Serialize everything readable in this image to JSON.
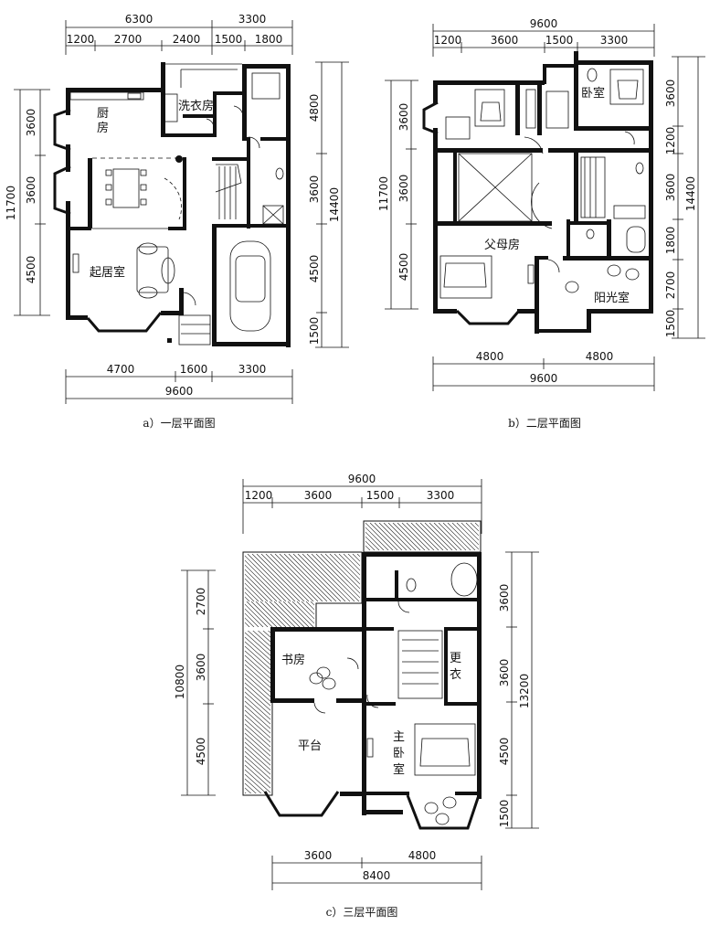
{
  "plans": {
    "floor1": {
      "caption": "a）一层平面图",
      "top_dims_row1": [
        "6300",
        "3300"
      ],
      "top_dims_row2": [
        "1200",
        "2700",
        "2400",
        "1500",
        "1800"
      ],
      "left_total": "11700",
      "left_dims": [
        "3600",
        "3600",
        "4500"
      ],
      "right_total": "14400",
      "right_dims": [
        "4800",
        "3600",
        "4500",
        "1500"
      ],
      "bottom_dims": [
        "4700",
        "1600",
        "3300"
      ],
      "bottom_total": "9600",
      "rooms": {
        "kitchen": "厨房",
        "laundry": "洗衣房",
        "living": "起居室"
      }
    },
    "floor2": {
      "caption": "b）二层平面图",
      "top_total": "9600",
      "top_dims": [
        "1200",
        "3600",
        "1500",
        "3300"
      ],
      "left_total": "11700",
      "left_dims": [
        "3600",
        "3600",
        "4500"
      ],
      "right_total": "14400",
      "right_dims": [
        "3600",
        "1200",
        "3600",
        "1800",
        "2700",
        "1500"
      ],
      "bottom_dims": [
        "4800",
        "4800"
      ],
      "bottom_total": "9600",
      "rooms": {
        "bedroom": "卧室",
        "parents": "父母房",
        "sunroom": "阳光室"
      }
    },
    "floor3": {
      "caption": "c）三层平面图",
      "top_total": "9600",
      "top_dims": [
        "1200",
        "3600",
        "1500",
        "3300"
      ],
      "left_total": "10800",
      "left_dims": [
        "2700",
        "3600",
        "4500"
      ],
      "right_total": "13200",
      "right_dims": [
        "3600",
        "3600",
        "4500",
        "1500"
      ],
      "bottom_dims": [
        "3600",
        "4800"
      ],
      "bottom_total": "8400",
      "rooms": {
        "study": "书房",
        "dressing": "更衣",
        "terrace": "平台",
        "master": "主卧室"
      }
    }
  }
}
